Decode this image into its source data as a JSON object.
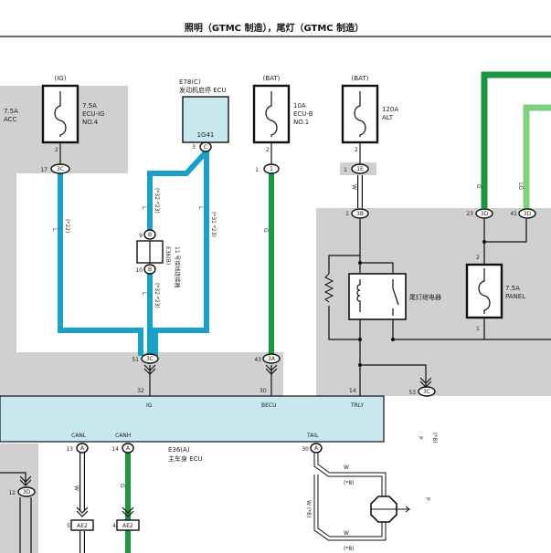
{
  "title": "照明（GTMC 制造），尾灯（GTMC 制造）",
  "colors": {
    "shade": "#d0d0d0",
    "cyan_wire": "#1aa0c8",
    "green_wire": "#1e9640",
    "lightgreen_wire": "#7fcf7f",
    "ecu_fill": "#c8e8f0",
    "line": "#111111"
  },
  "fuses": {
    "f1": {
      "top": "(IG)",
      "label1": "7.5A",
      "label2": "ECU-IG",
      "label3": "NO.4"
    },
    "f2": {
      "top": "(BAT)",
      "label1": "10A",
      "label2": "ECU-B",
      "label3": "NO.1"
    },
    "f3": {
      "top": "(BAT)",
      "label1": "120A",
      "label2": "ALT"
    },
    "f4": {
      "label1": "7.5A",
      "label2": "PANEL"
    }
  },
  "left_fuse": {
    "label1": "7.5A",
    "label2": "ACC"
  },
  "ecu_start": {
    "title1": "E78(C)",
    "title2": "发动机启停 ECU",
    "pin": "1G41"
  },
  "connector": {
    "label1": "E36(B)",
    "label2": "11 号接线连接器"
  },
  "relay": {
    "label": "尾灯继电器"
  },
  "main_ecu": {
    "label1": "E36(A)",
    "label2": "主车身 ECU"
  },
  "ecu_pins": {
    "ig": "IG",
    "becu": "BECU",
    "trly": "TRLY",
    "canl": "CANL",
    "canh": "CANH",
    "tail": "TAIL"
  },
  "pins": {
    "p2a": "2",
    "p17": "17",
    "c3c": "3C",
    "p3": "3",
    "pc": "C",
    "p2b": "2",
    "p1a": "1",
    "p1": "1",
    "p2c": "2",
    "p1b": "1",
    "c1e": "1E",
    "p1c": "1",
    "c3b": "3B",
    "p23": "23",
    "c3d": "3D",
    "p41": "41",
    "c3d2": "3D",
    "p9": "9",
    "pb": "B",
    "p10": "10",
    "pb2": "B",
    "p51": "51",
    "c3c2": "3C",
    "p43": "43",
    "c3a": "3A",
    "p53": "53",
    "c3c3": "3C",
    "n32": "32",
    "n30": "30",
    "n14": "14",
    "p2d": "2",
    "p1d": "1",
    "p13": "13",
    "pa": "A",
    "p14": "14",
    "pa2": "A",
    "p30": "30",
    "pa3": "A",
    "p12": "12",
    "c3d3": "3D",
    "p5": "5",
    "ae2": "AE2",
    "p4": "4",
    "ae2b": "AE2"
  },
  "wires": {
    "l": "L",
    "g": "G",
    "w": "W",
    "lg": "LG",
    "p": "P",
    "n22": "(*22)",
    "n32_23": "(*32 *23)",
    "n31_23": "(*31 *23)",
    "n8": "(*8)",
    "w8": "W (*8)"
  }
}
